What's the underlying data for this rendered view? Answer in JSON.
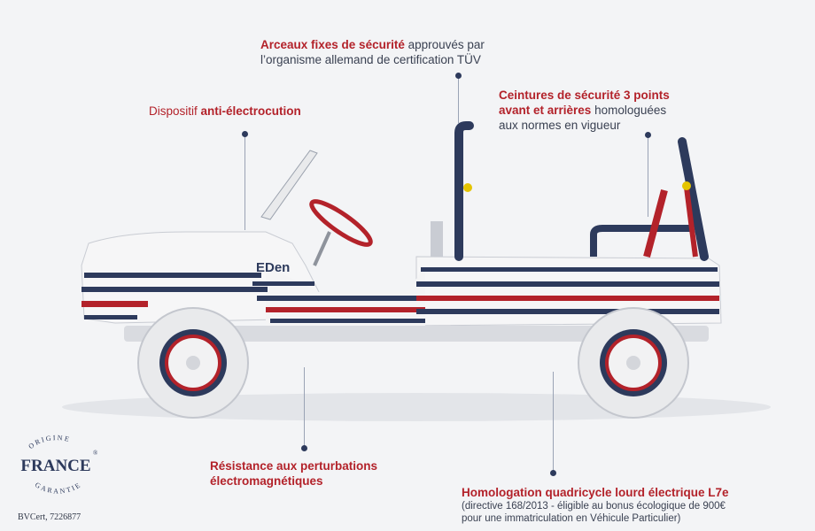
{
  "callouts": {
    "arceaux": {
      "bold": "Arceaux fixes de sécurité",
      "rest1": " approuvés par",
      "line2": "l’organisme allemand de certification TÜV"
    },
    "electrocution": {
      "prefix": "Dispositif ",
      "bold": "anti-électrocution"
    },
    "ceintures": {
      "bold1": "Ceintures de sécurité 3 points",
      "bold2": "avant et arrières",
      "rest2": " homologuées",
      "line3": "aux normes en vigueur"
    },
    "perturbations": {
      "line1": "Résistance aux perturbations",
      "line2": "électromagnétiques"
    },
    "homologation": {
      "title": "Homologation quadricycle lourd électrique L7e",
      "detail1": "(directive 168/2013 - éligible au bonus écologique de 900€",
      "detail2": "pour une immatriculation en Véhicule Particulier)"
    }
  },
  "brand": {
    "car_logo": "EDen"
  },
  "badge": {
    "top": "ORIGINE",
    "middle": "FRANCE",
    "registered": "®",
    "bottom": "GARANTIE",
    "cert": "BVCert, 7226877"
  },
  "colors": {
    "accent_red": "#b3222a",
    "navy": "#2d3a5c"
  }
}
